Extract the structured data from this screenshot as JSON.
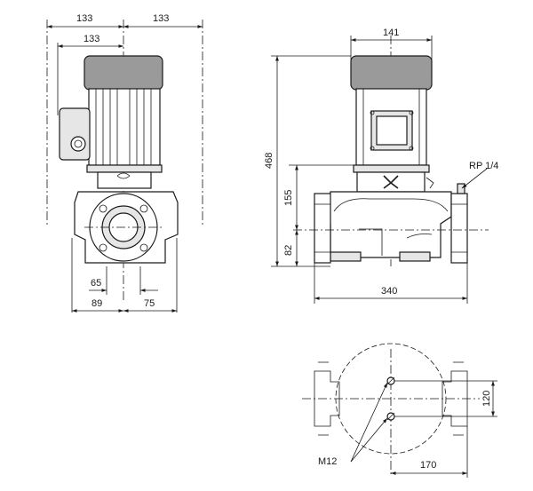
{
  "drawing": {
    "front_view": {
      "dim_top_left": "133",
      "dim_top_right": "133",
      "dim_top_inner": "133",
      "dim_bottom_65": "65",
      "dim_bottom_89": "89",
      "dim_bottom_75": "75"
    },
    "side_view": {
      "dim_motor_width": "141",
      "dim_total_height": "468",
      "dim_upper_height": "155",
      "dim_lower_height": "82",
      "dim_port_to_port": "340",
      "port_label": "RP 1/4"
    },
    "base_view": {
      "dim_bolt_spacing": "120",
      "dim_bolt_offset": "170",
      "bolt_label": "M12"
    }
  }
}
